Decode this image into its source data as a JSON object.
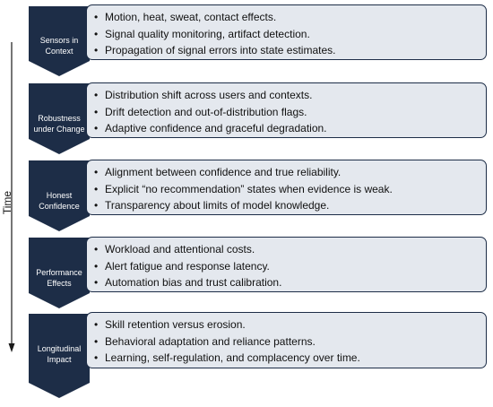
{
  "axis": {
    "label": "Time"
  },
  "stages": [
    {
      "title": "Sensors in Context",
      "bullets": [
        "Motion, heat, sweat, contact effects.",
        "Signal quality monitoring, artifact detection.",
        "Propagation of signal errors into state estimates."
      ]
    },
    {
      "title": "Robustness under Change",
      "bullets": [
        "Distribution shift across users and contexts.",
        "Drift detection and out-of-distribution flags.",
        "Adaptive confidence and graceful degradation."
      ]
    },
    {
      "title": "Honest Confidence",
      "bullets": [
        "Alignment between confidence and true reliability.",
        "Explicit “no recommendation” states when evidence is weak.",
        "Transparency about limits of model knowledge."
      ]
    },
    {
      "title": "Performance Effects",
      "bullets": [
        "Workload and attentional costs.",
        "Alert fatigue and response latency.",
        "Automation bias and trust calibration."
      ]
    },
    {
      "title": "Longitudinal Impact",
      "bullets": [
        "Skill retention versus erosion.",
        "Behavioral adaptation and reliance patterns.",
        "Learning, self-regulation, and complacency over time."
      ]
    }
  ],
  "colors": {
    "chevron": "#1d2d47",
    "panel_fill": "#e4e8ee",
    "panel_border": "#1d2d47"
  }
}
